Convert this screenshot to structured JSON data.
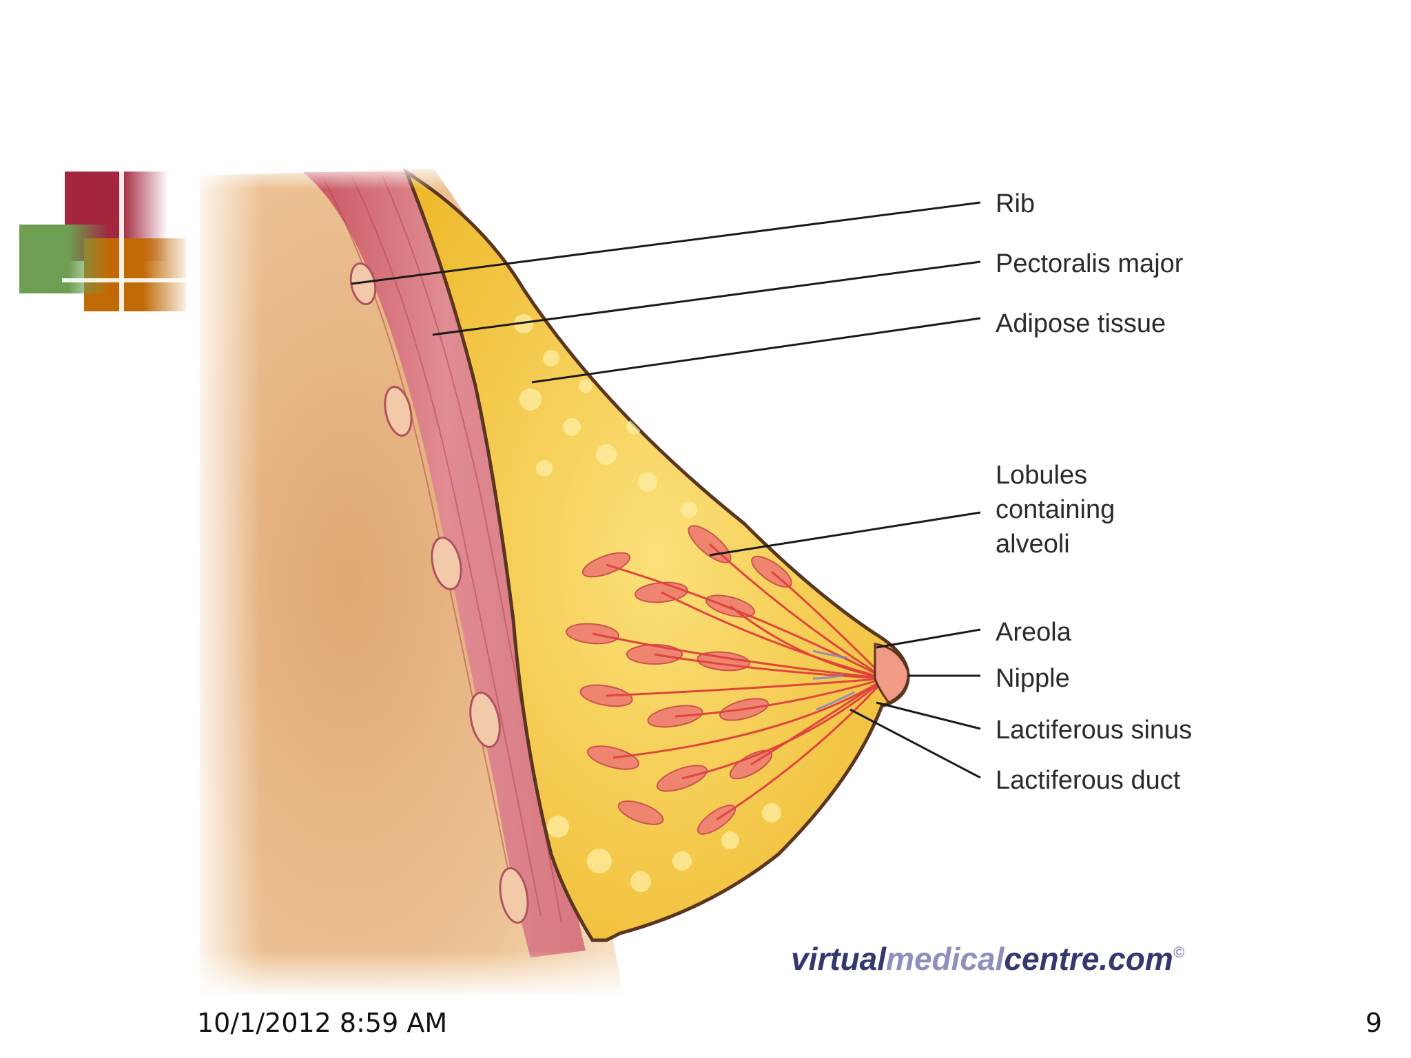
{
  "colors": {
    "deco_red": "#a3263e",
    "deco_orange": "#c06a06",
    "deco_green": "#6e9e52",
    "skin": "#e8b887",
    "muscle": "#d8707a",
    "fat": "#f3c53a",
    "lobule": "#ef8470"
  },
  "diagram": {
    "labels": [
      {
        "id": "rib",
        "lines": [
          "Rib"
        ]
      },
      {
        "id": "pectoralis",
        "lines": [
          "Pectoralis major"
        ]
      },
      {
        "id": "adipose",
        "lines": [
          "Adipose tissue"
        ]
      },
      {
        "id": "lobules",
        "lines": [
          "Lobules",
          "containing",
          "alveoli"
        ]
      },
      {
        "id": "areola",
        "lines": [
          "Areola"
        ]
      },
      {
        "id": "nipple",
        "lines": [
          "Nipple"
        ]
      },
      {
        "id": "sinus",
        "lines": [
          "Lactiferous sinus"
        ]
      },
      {
        "id": "duct",
        "lines": [
          "Lactiferous duct"
        ]
      }
    ],
    "watermark": {
      "part1": "virtual",
      "part2": "medical",
      "part3": "centre.com",
      "symbol": "©"
    }
  },
  "footer": {
    "date": "10/1/2012 8:59 AM",
    "page": "9"
  }
}
